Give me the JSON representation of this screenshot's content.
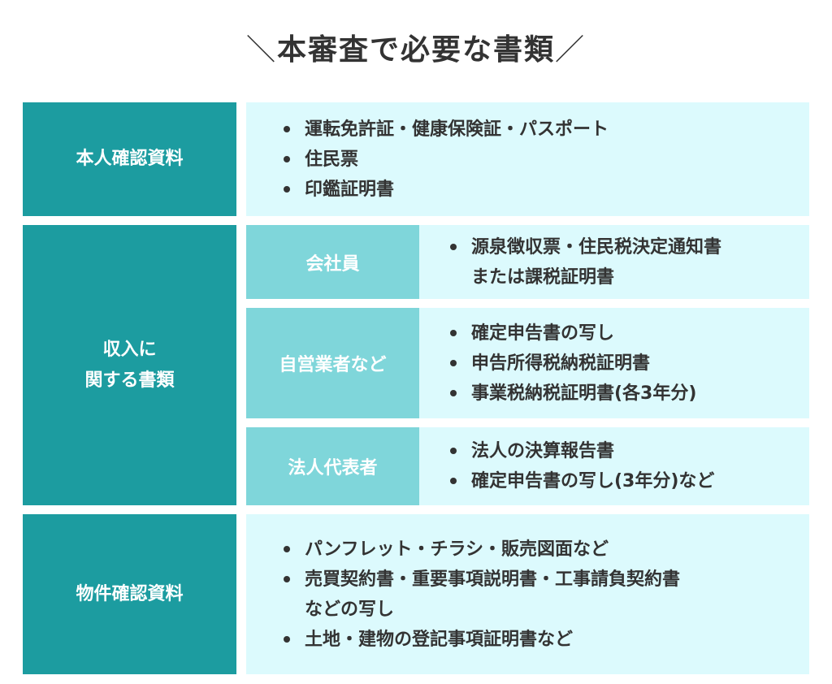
{
  "title": {
    "left_slash": "＼",
    "text": "本審査で必要な書類",
    "right_slash": "／"
  },
  "identity": {
    "label": "本人確認資料",
    "items": [
      "運転免許証・健康保険証・パスポート",
      "住民票",
      "印鑑証明書"
    ]
  },
  "income": {
    "label_line1": "収入に",
    "label_line2": "関する書類",
    "employee": {
      "label": "会社員",
      "item1_line1": "源泉徴収票・住民税決定通知書",
      "item1_line2": "または課税証明書"
    },
    "self_employed": {
      "label": "自営業者など",
      "items": [
        "確定申告書の写し",
        "申告所得税納税証明書",
        "事業税納税証明書(各3年分)"
      ]
    },
    "corporate_rep": {
      "label": "法人代表者",
      "items": [
        "法人の決算報告書",
        "確定申告書の写し(3年分)など"
      ]
    }
  },
  "property": {
    "label": "物件確認資料",
    "item1": "パンフレット・チラシ・販売図面など",
    "item2_line1": "売買契約書・重要事項説明書・工事請負契約書",
    "item2_line2": "などの写し",
    "item3": "土地・建物の登記事項証明書など"
  }
}
